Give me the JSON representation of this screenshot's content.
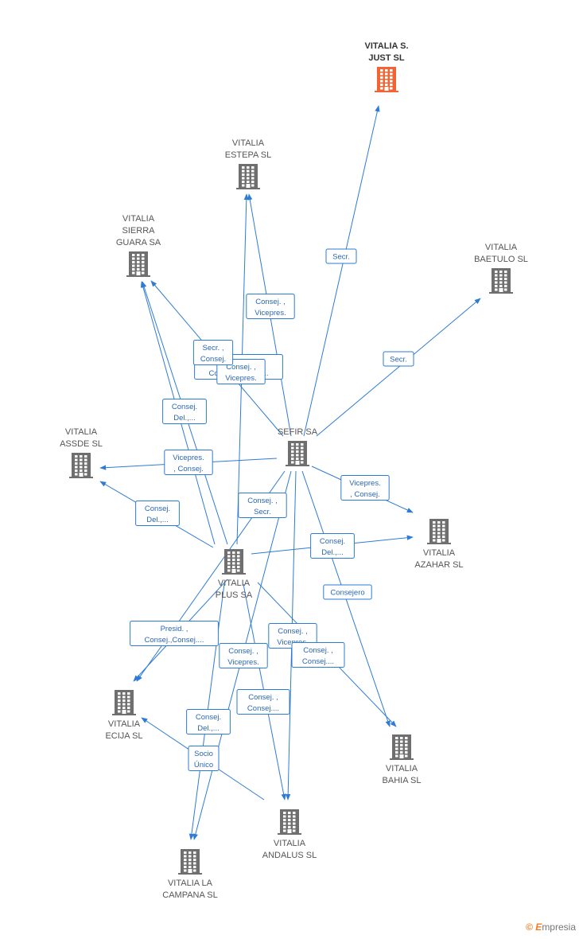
{
  "colors": {
    "edge": "#2e7bd6",
    "building": "#6f6f6f",
    "main_building": "#f26434"
  },
  "nodes": [
    {
      "id": "vitalia_s_just",
      "label": [
        "VITALIA S.",
        "JUST SL"
      ],
      "main": true,
      "icon": "building-icon"
    },
    {
      "id": "vitalia_estepa",
      "label": [
        "VITALIA",
        "ESTEPA SL"
      ],
      "icon": "building-icon"
    },
    {
      "id": "vitalia_sierra_guara",
      "label": [
        "VITALIA",
        "SIERRA",
        "GUARA SA"
      ],
      "icon": "building-icon"
    },
    {
      "id": "vitalia_baetulo",
      "label": [
        "VITALIA",
        "BAETULO SL"
      ],
      "icon": "building-icon"
    },
    {
      "id": "sefir",
      "label": [
        "SEFIR SA"
      ],
      "icon": "building-icon"
    },
    {
      "id": "vitalia_assde",
      "label": [
        "VITALIA",
        "ASSDE SL"
      ],
      "icon": "building-icon"
    },
    {
      "id": "vitalia_azahar",
      "label": [
        "VITALIA",
        "AZAHAR SL"
      ],
      "icon": "building-icon"
    },
    {
      "id": "vitalia_plus",
      "label": [
        "VITALIA",
        "PLUS SA"
      ],
      "icon": "building-icon"
    },
    {
      "id": "vitalia_ecija",
      "label": [
        "VITALIA",
        "ECIJA SL"
      ],
      "icon": "building-icon"
    },
    {
      "id": "vitalia_bahia",
      "label": [
        "VITALIA",
        "BAHIA SL"
      ],
      "icon": "building-icon"
    },
    {
      "id": "vitalia_andalus",
      "label": [
        "VITALIA",
        "ANDALUS SL"
      ],
      "icon": "building-icon"
    },
    {
      "id": "vitalia_la_campana",
      "label": [
        "VITALIA LA",
        "CAMPANA SL"
      ],
      "icon": "building-icon"
    }
  ],
  "edges": [
    {
      "id": "e1",
      "from": "sefir",
      "to": "vitalia_s_just",
      "label": [
        "Secr."
      ]
    },
    {
      "id": "e2",
      "from": "sefir",
      "to": "vitalia_baetulo",
      "label": [
        "Secr."
      ]
    },
    {
      "id": "e3",
      "from": "sefir",
      "to": "vitalia_estepa",
      "label": [
        "Consej. ,",
        "Vicepres."
      ]
    },
    {
      "id": "e4",
      "from": "sefir",
      "to": "vitalia_sierra_guara",
      "label": [
        "Presid. ,",
        "Consej.,Consej...."
      ]
    },
    {
      "id": "e5",
      "from": "sefir",
      "to": "vitalia_assde",
      "label": [
        "Vicepres.",
        ", Consej."
      ]
    },
    {
      "id": "e6",
      "from": "sefir",
      "to": "vitalia_azahar",
      "label": [
        "Vicepres.",
        ", Consej."
      ]
    },
    {
      "id": "e7",
      "from": "sefir",
      "to": "vitalia_bahia",
      "label": [
        "Consejero"
      ]
    },
    {
      "id": "e8",
      "from": "sefir",
      "to": "vitalia_andalus",
      "label": [
        "Consej. ,",
        "Vicepres."
      ]
    },
    {
      "id": "e9",
      "from": "sefir",
      "to": "vitalia_ecija",
      "label": [
        "Consej. ,",
        "Secr."
      ]
    },
    {
      "id": "e10",
      "from": "sefir",
      "to": "vitalia_la_campana",
      "label": [
        "Consej. ,",
        "Vicepres."
      ]
    },
    {
      "id": "e11",
      "from": "vitalia_plus",
      "to": "vitalia_estepa",
      "label": [
        "Consej. ,",
        "Vicepres."
      ]
    },
    {
      "id": "e12",
      "from": "vitalia_plus",
      "to": "vitalia_sierra_guara",
      "label": [
        "Consej.",
        "Del.,..."
      ]
    },
    {
      "id": "e13",
      "from": "vitalia_plus",
      "to": "vitalia_sierra_guara",
      "label": [
        "Secr. ,",
        "Consej."
      ]
    },
    {
      "id": "e14",
      "from": "vitalia_plus",
      "to": "vitalia_assde",
      "label": [
        "Consej.",
        "Del.,..."
      ]
    },
    {
      "id": "e15",
      "from": "vitalia_plus",
      "to": "vitalia_azahar",
      "label": [
        "Consej.",
        "Del.,..."
      ]
    },
    {
      "id": "e16",
      "from": "vitalia_plus",
      "to": "vitalia_ecija",
      "label": [
        "Presid. ,",
        "Consej.,Consej...."
      ]
    },
    {
      "id": "e17",
      "from": "vitalia_plus",
      "to": "vitalia_bahia",
      "label": [
        "Consej. ,",
        "Consej...."
      ]
    },
    {
      "id": "e18",
      "from": "vitalia_plus",
      "to": "vitalia_andalus",
      "label": [
        "Consej. ,",
        "Consej...."
      ]
    },
    {
      "id": "e19",
      "from": "vitalia_plus",
      "to": "vitalia_la_campana",
      "label": [
        "Consej.",
        "Del.,..."
      ]
    },
    {
      "id": "e20",
      "from": "vitalia_andalus",
      "to": "vitalia_ecija",
      "label": [
        "Socio",
        "Único"
      ]
    }
  ],
  "watermark": {
    "copyright": "©",
    "brand_initial": "E",
    "brand_rest": "mpresia"
  }
}
